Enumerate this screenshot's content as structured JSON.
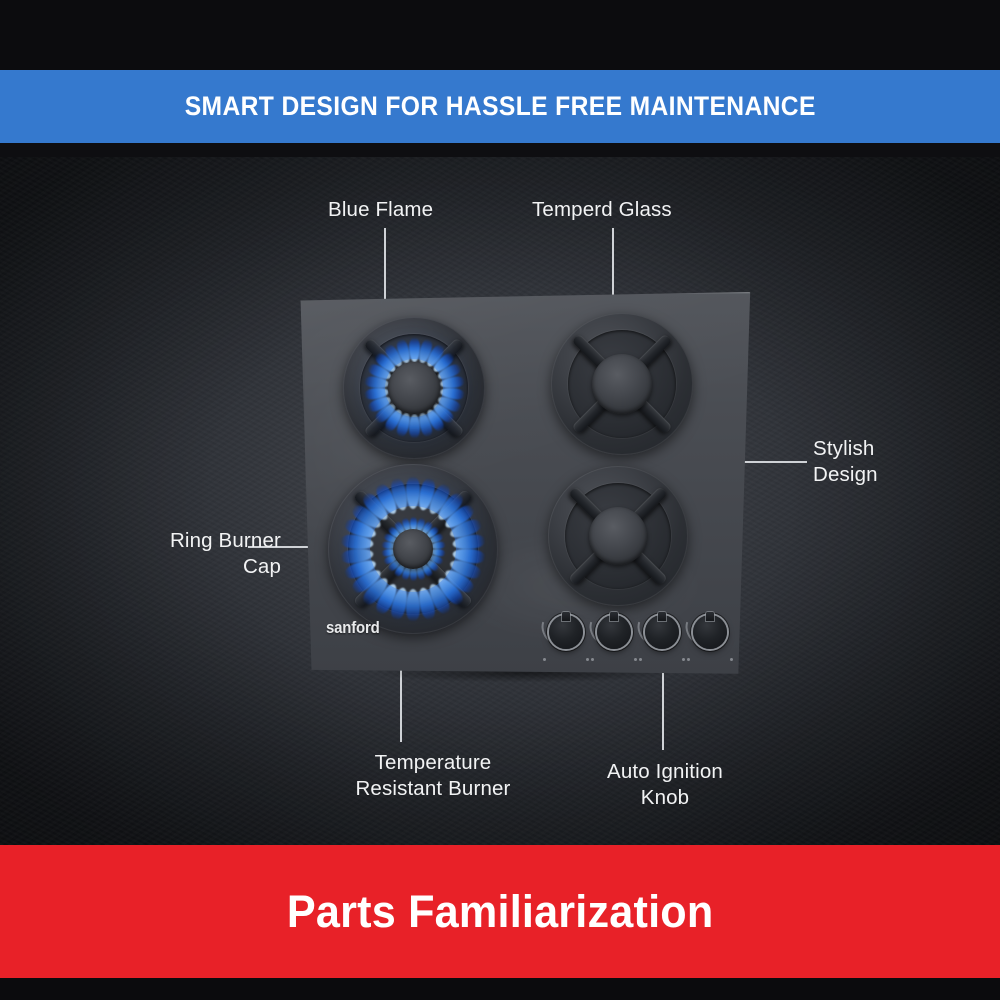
{
  "banners": {
    "top": {
      "text": "SMART DESIGN FOR HASSLE FREE MAINTENANCE",
      "color": "#3579CE"
    },
    "bottom": {
      "text": "Parts Familiarization",
      "color": "#E82128"
    }
  },
  "product": {
    "brand": "sanford",
    "type": "4-burner built-in gas hob",
    "glass_color": "#4A4D53",
    "background_color": "#2B2E34"
  },
  "callouts": [
    {
      "id": "blue-flame",
      "label": "Blue Flame",
      "position": "top-left"
    },
    {
      "id": "temperd-glass",
      "label": "Temperd Glass",
      "position": "top-right"
    },
    {
      "id": "stylish-design",
      "label": "Stylish\nDesign",
      "position": "right"
    },
    {
      "id": "ring-burner-cap",
      "label": "Ring Burner\nCap",
      "position": "left"
    },
    {
      "id": "temperature-resistant-burner",
      "label": "Temperature\nResistant Burner",
      "position": "bottom-left"
    },
    {
      "id": "auto-ignition-knob",
      "label": "Auto Ignition\nKnob",
      "position": "bottom-right"
    }
  ],
  "burners": [
    {
      "id": "burner-top-left",
      "flame": "on",
      "flame_rings": 1,
      "size": "medium"
    },
    {
      "id": "burner-top-right",
      "flame": "off",
      "flame_rings": 0,
      "size": "medium"
    },
    {
      "id": "burner-bottom-left",
      "flame": "on",
      "flame_rings": 2,
      "size": "large"
    },
    {
      "id": "burner-bottom-right",
      "flame": "off",
      "flame_rings": 0,
      "size": "medium"
    }
  ],
  "knobs": [
    {
      "id": "knob-1",
      "label": ""
    },
    {
      "id": "knob-2",
      "label": ""
    },
    {
      "id": "knob-3",
      "label": ""
    },
    {
      "id": "knob-4",
      "label": ""
    }
  ],
  "colors": {
    "flame_blue": "#2A78E6",
    "flame_light": "#9ACCFF",
    "text": "#F2F3F4",
    "line": "#CFD2D6"
  }
}
